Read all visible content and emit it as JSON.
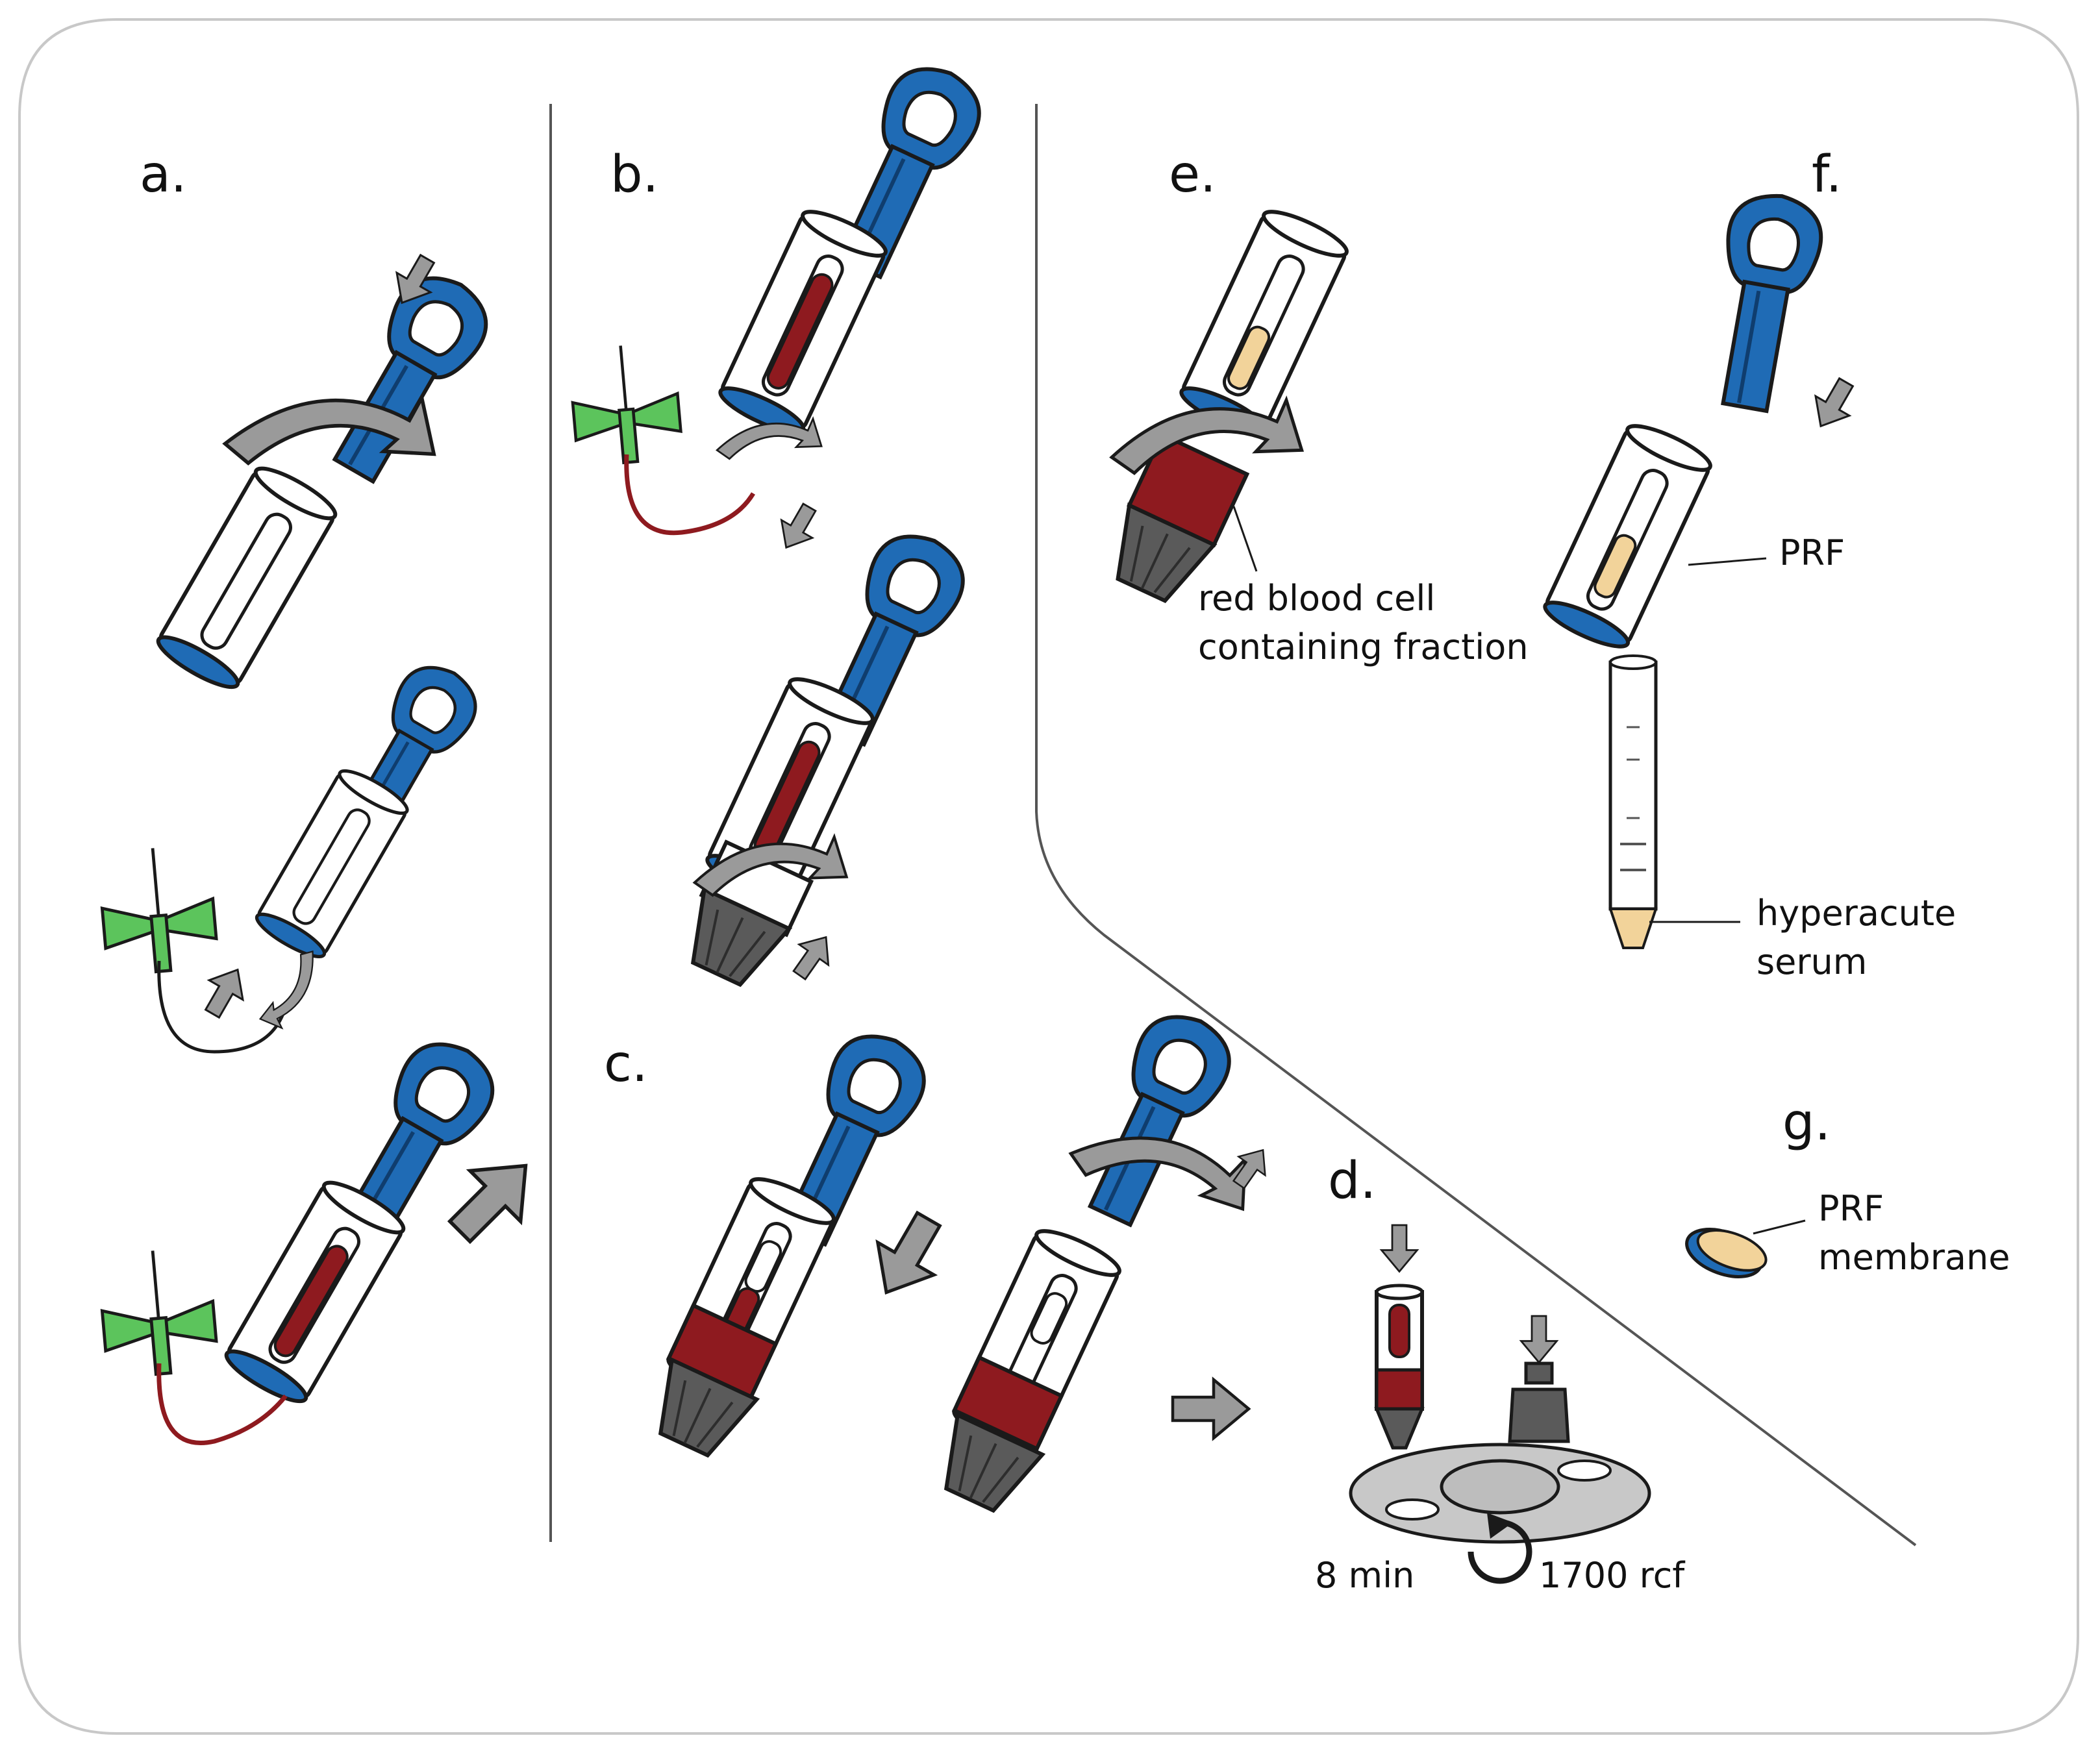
{
  "panels": {
    "a": "a.",
    "b": "b.",
    "c": "c.",
    "d": "d.",
    "e": "e.",
    "f": "f.",
    "g": "g."
  },
  "annotations": {
    "rbc_line1": "red blood cell",
    "rbc_line2": "containing fraction",
    "prf": "PRF",
    "serum_line1": "hyperacute",
    "serum_line2": "serum",
    "membrane_line1": "PRF",
    "membrane_line2": "membrane",
    "time": "8 min",
    "force": "1700 rcf"
  },
  "colors": {
    "plunger_blue": "#1f6bb5",
    "blood_red": "#8e1a1f",
    "needle_green": "#5cc45c",
    "arrow_gray": "#9a9a9a",
    "cone_gray": "#5a5a5a",
    "prf_yellow": "#f2d39a",
    "outline": "#1a1a1a"
  }
}
